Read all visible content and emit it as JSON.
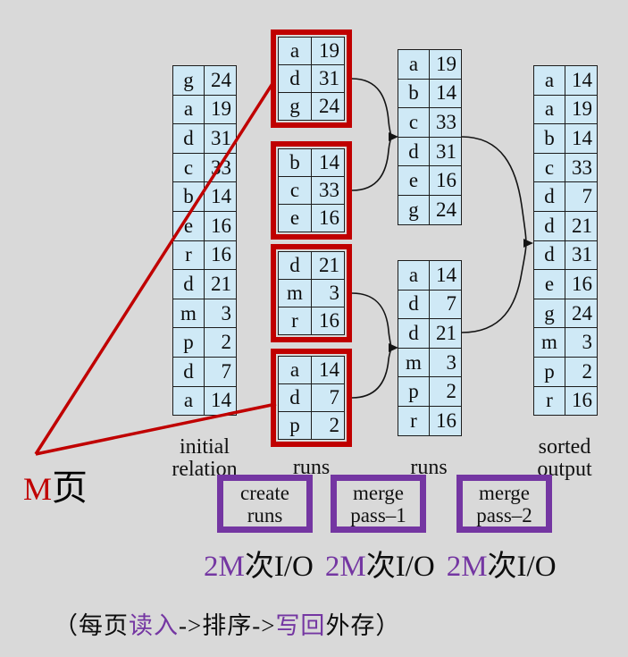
{
  "colors": {
    "background": "#d9d9d9",
    "cell_blue": "#cfe9f6",
    "run_box_red": "#c00000",
    "stage_box_purple": "#7436a2",
    "text_black": "#0d0d0d"
  },
  "initial_relation": {
    "label_lines": [
      "initial",
      "relation"
    ],
    "rows": [
      [
        "g",
        "24"
      ],
      [
        "a",
        "19"
      ],
      [
        "d",
        "31"
      ],
      [
        "c",
        "33"
      ],
      [
        "b",
        "14"
      ],
      [
        "e",
        "16"
      ],
      [
        "r",
        "16"
      ],
      [
        "d",
        "21"
      ],
      [
        "m",
        "3"
      ],
      [
        "p",
        "2"
      ],
      [
        "d",
        "7"
      ],
      [
        "a",
        "14"
      ]
    ]
  },
  "runs_pass1": {
    "label": "runs",
    "groups": [
      [
        [
          "a",
          "19"
        ],
        [
          "d",
          "31"
        ],
        [
          "g",
          "24"
        ]
      ],
      [
        [
          "b",
          "14"
        ],
        [
          "c",
          "33"
        ],
        [
          "e",
          "16"
        ]
      ],
      [
        [
          "d",
          "21"
        ],
        [
          "m",
          "3"
        ],
        [
          "r",
          "16"
        ]
      ],
      [
        [
          "a",
          "14"
        ],
        [
          "d",
          "7"
        ],
        [
          "p",
          "2"
        ]
      ]
    ]
  },
  "runs_pass2": {
    "label": "runs",
    "groups": [
      [
        [
          "a",
          "19"
        ],
        [
          "b",
          "14"
        ],
        [
          "c",
          "33"
        ],
        [
          "d",
          "31"
        ],
        [
          "e",
          "16"
        ],
        [
          "g",
          "24"
        ]
      ],
      [
        [
          "a",
          "14"
        ],
        [
          "d",
          "7"
        ],
        [
          "d",
          "21"
        ],
        [
          "m",
          "3"
        ],
        [
          "p",
          "2"
        ],
        [
          "r",
          "16"
        ]
      ]
    ]
  },
  "sorted_output": {
    "label_lines": [
      "sorted",
      "output"
    ],
    "rows": [
      [
        "a",
        "14"
      ],
      [
        "a",
        "19"
      ],
      [
        "b",
        "14"
      ],
      [
        "c",
        "33"
      ],
      [
        "d",
        "7"
      ],
      [
        "d",
        "21"
      ],
      [
        "d",
        "31"
      ],
      [
        "e",
        "16"
      ],
      [
        "g",
        "24"
      ],
      [
        "m",
        "3"
      ],
      [
        "p",
        "2"
      ],
      [
        "r",
        "16"
      ]
    ]
  },
  "stage_boxes": [
    {
      "lines": [
        "create",
        "runs"
      ]
    },
    {
      "lines": [
        "merge",
        "pass–1"
      ]
    },
    {
      "lines": [
        "merge",
        "pass–2"
      ]
    }
  ],
  "memory_note": {
    "accent": "M",
    "rest": "页"
  },
  "io_costs": [
    {
      "accent": "2M",
      "rest": "次I/O"
    },
    {
      "accent": "2M",
      "rest": "次I/O"
    },
    {
      "accent": "2M",
      "rest": "次I/O"
    }
  ],
  "bottom_note": {
    "segments": [
      {
        "text": "（每页"
      },
      {
        "text": "读入",
        "accent": true
      },
      {
        "text": "->排序->"
      },
      {
        "text": "写回",
        "accent": true
      },
      {
        "text": "外存）"
      }
    ]
  }
}
